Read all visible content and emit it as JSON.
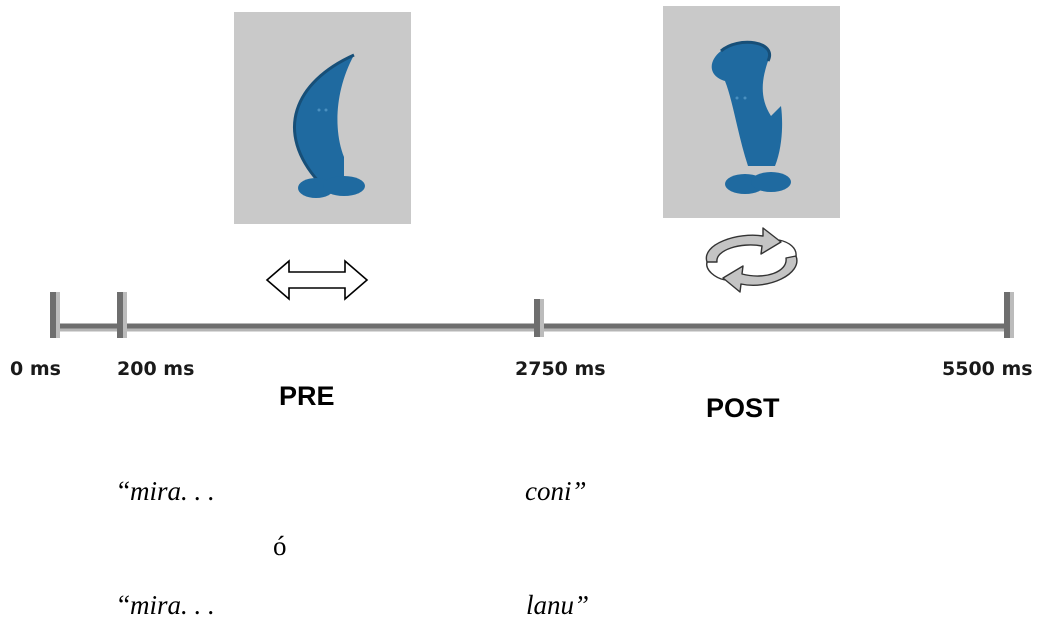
{
  "timeline": {
    "ticks": [
      {
        "label": "0 ms"
      },
      {
        "label": "200 ms"
      },
      {
        "label": "2750 ms"
      },
      {
        "label": "5500 ms"
      }
    ]
  },
  "phases": {
    "pre": {
      "label": "PRE"
    },
    "post": {
      "label": "POST"
    }
  },
  "icons": {
    "pre": "double-headed-horizontal-arrow-icon",
    "post": "circular-rotation-arrows-icon"
  },
  "stimuli": {
    "pre": "blue-crescent-creature-figure",
    "post": "blue-bent-creature-figure"
  },
  "sentences": {
    "line1": {
      "open_quote": "“",
      "start": "mira. . .",
      "end": "coni”"
    },
    "or_word": "ó",
    "line2": {
      "open_quote": "“",
      "start": "mira. . .",
      "end": "lanu”"
    }
  },
  "colors": {
    "figure": "#1f6aa0",
    "panel": "#c9c9c9",
    "line": "#6e6e6e"
  }
}
